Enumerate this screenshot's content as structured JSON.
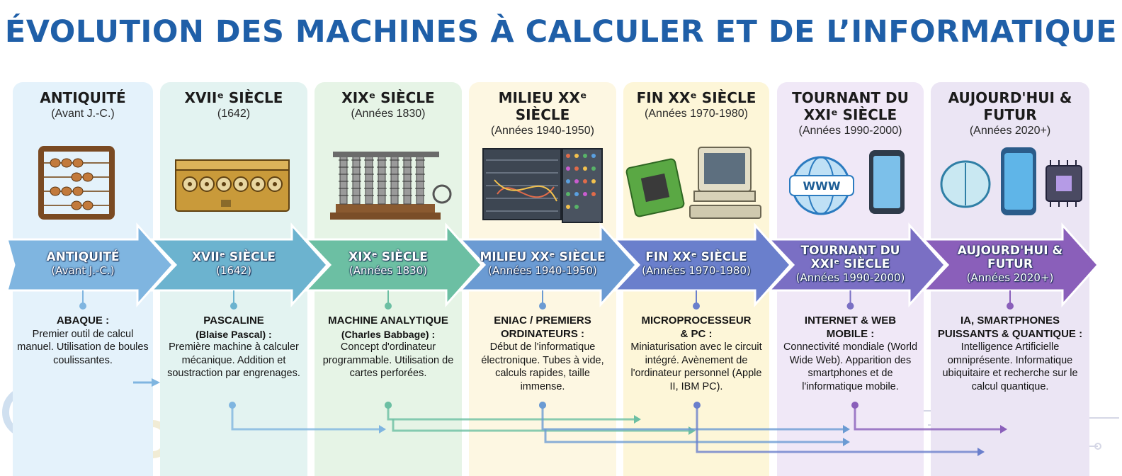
{
  "title": "ÉVOLUTION DES MACHINES À CALCULER ET DE L’INFORMATIQUE",
  "colors": {
    "title": "#1f5fa8",
    "col_bg": [
      "#e4f2fb",
      "#e3f3f1",
      "#e6f4e6",
      "#fdf7e2",
      "#fdf6d8",
      "#f0e8f7",
      "#ebe5f4"
    ],
    "arrow": [
      "#7fb5e0",
      "#6cb3cf",
      "#6cbfa3",
      "#6b9bd3",
      "#6a7fcc",
      "#7a6fc4",
      "#8a5fba"
    ]
  },
  "eras": [
    {
      "head_title": "ANTIQUITÉ",
      "head_sub": "(Avant J.-C.)",
      "arrow_title": "ANTIQUITÉ",
      "arrow_sub": "(Avant J.-C.)",
      "desc_title": "ABAQUE :",
      "desc_author": "",
      "desc_text": "Premier outil de calcul manuel. Utilisation de boules coulissantes.",
      "icon": "abacus-icon"
    },
    {
      "head_title": "XVIIᵉ SIÈCLE",
      "head_sub": "(1642)",
      "arrow_title": "XVIIᵉ SIÈCLE",
      "arrow_sub": "(1642)",
      "desc_title": "PASCALINE",
      "desc_author": "(Blaise Pascal) :",
      "desc_text": "Première machine à calculer mécanique. Addition et soustraction par engrenages.",
      "icon": "pascaline-icon"
    },
    {
      "head_title": "XIXᵉ SIÈCLE",
      "head_sub": "(Années 1830)",
      "arrow_title": "XIXᵉ SIÈCLE",
      "arrow_sub": "(Années 1830)",
      "desc_title": "MACHINE ANALYTIQUE",
      "desc_author": "(Charles Babbage) :",
      "desc_text": "Concept d'ordinateur programmable. Utilisation de cartes perforées.",
      "icon": "analytical-engine-icon"
    },
    {
      "head_title": "MILIEU XXᵉ SIÈCLE",
      "head_sub": "(Années 1940-1950)",
      "arrow_title": "MILIEU XXᵉ SIÈCLE",
      "arrow_sub": "(Années 1940-1950)",
      "desc_title": "ENIAC / PREMIERS ORDINATEURS :",
      "desc_author": "",
      "desc_text": "Début de l'informatique électronique. Tubes à vide, calculs rapides, taille immense.",
      "icon": "eniac-icon"
    },
    {
      "head_title": "FIN XXᵉ SIÈCLE",
      "head_sub": "(Années 1970-1980)",
      "arrow_title": "FIN XXᵉ SIÈCLE",
      "arrow_sub": "(Années 1970-1980)",
      "desc_title": "MICROPROCESSEUR & PC :",
      "desc_author": "",
      "desc_text": "Miniaturisation avec le circuit intégré. Avènement de l'ordinateur personnel (Apple II, IBM PC).",
      "icon": "microprocessor-pc-icon"
    },
    {
      "head_title": "TOURNANT DU XXIᵉ SIÈCLE",
      "head_sub": "(Années 1990-2000)",
      "arrow_title": "TOURNANT DU XXIᵉ SIÈCLE",
      "arrow_sub": "(Années 1990-2000)",
      "desc_title": "INTERNET & WEB MOBILE :",
      "desc_author": "",
      "desc_text": "Connectivité mondiale (World Wide Web). Apparition des smartphones et de l'informatique mobile.",
      "icon": "web-globe-phone-icon",
      "icon_text": "WWW"
    },
    {
      "head_title": "AUJOURD'HUI & FUTUR",
      "head_sub": "(Années 2020+)",
      "arrow_title": "AUJOURD'HUI & FUTUR",
      "arrow_sub": "(Années 2020+)",
      "desc_title": "IA, SMARTPHONES PUISSANTS & QUANTIQUE :",
      "desc_author": "",
      "desc_text": "Intelligence Artificielle omniprésente. Informatique ubiquitaire et recherche sur le calcul quantique.",
      "icon": "ai-quantum-icon"
    }
  ]
}
